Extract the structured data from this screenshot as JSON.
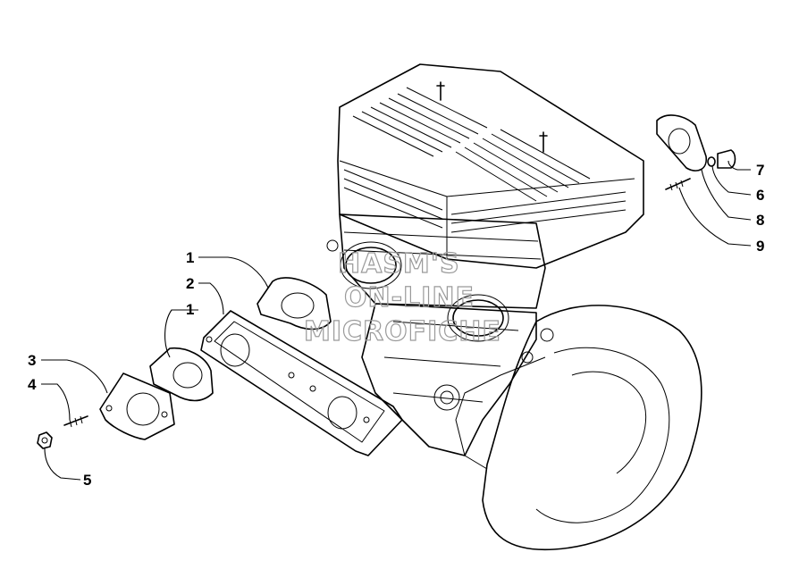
{
  "diagram": {
    "callouts": [
      "1",
      "2",
      "1",
      "3",
      "4",
      "5",
      "7",
      "6",
      "8",
      "9"
    ]
  },
  "watermark": {
    "line1": "HASM'S",
    "line2": "ON-LINE",
    "line3": "MICROFICHE"
  },
  "colors": {
    "ink": "#000000",
    "paper": "#ffffff",
    "watermark": "#9a9a9a"
  }
}
